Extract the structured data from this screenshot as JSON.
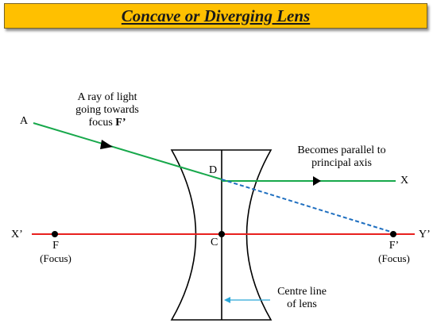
{
  "title": "Concave or Diverging Lens",
  "labels": {
    "incident_ray_text_line1": "A ray of light",
    "incident_ray_text_line2": "going towards",
    "incident_ray_text_line3_prefix": "focus ",
    "incident_ray_text_line3_bold": "F’",
    "point_a": "A",
    "point_d": "D",
    "point_c": "C",
    "point_x": "X",
    "axis_left": "X’",
    "axis_right": "Y’",
    "focus_left": "F",
    "focus_left_caption": "(Focus)",
    "focus_right": "F’",
    "focus_right_caption": "(Focus)",
    "refracted_text_line1": "Becomes parallel to",
    "refracted_text_line2": "principal axis",
    "centre_line_text_line1": "Centre line",
    "centre_line_text_line2": "of lens"
  },
  "colors": {
    "banner": "#ffc000",
    "principal_axis": "#e8201e",
    "ray": "#17a84b",
    "extension": "#1f6fc0",
    "pointer": "#2aa6d8",
    "lens": "#000000"
  }
}
